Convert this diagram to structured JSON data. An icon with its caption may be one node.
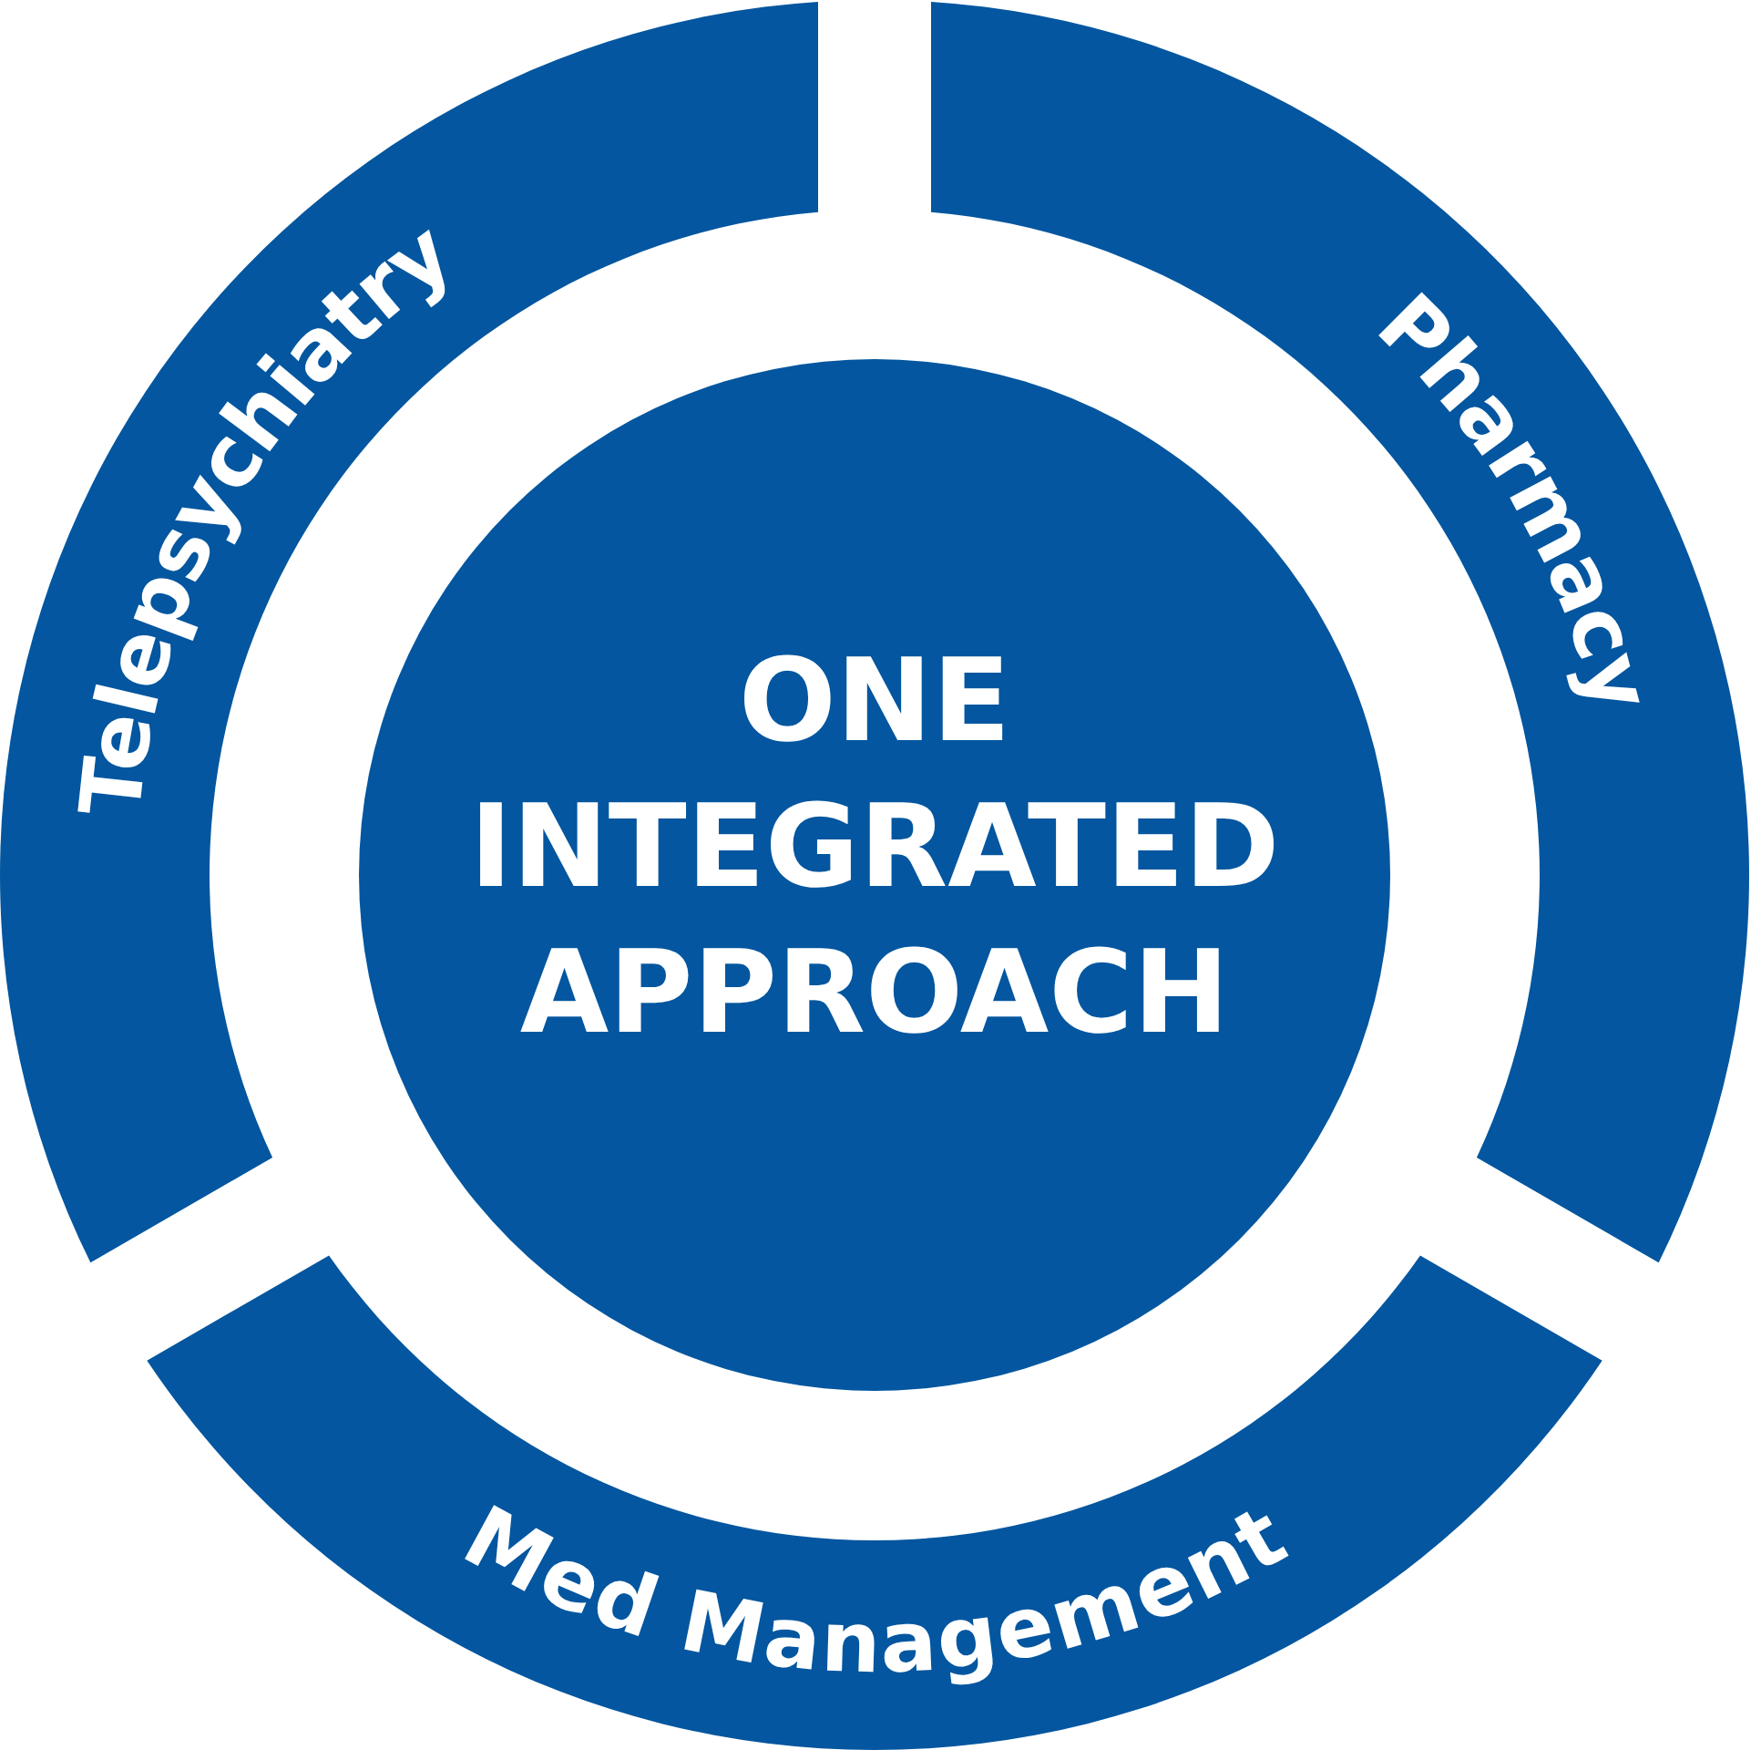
{
  "diagram": {
    "nodes": [
      {
        "text": [
          "ONE INTEGRATED APPROACH"
        ]
      },
      {
        "text": [
          "Telepsychiatry"
        ]
      },
      {
        "text": [
          "Pharmacy"
        ]
      },
      {
        "text": [
          "Med Management"
        ]
      }
    ]
  }
}
